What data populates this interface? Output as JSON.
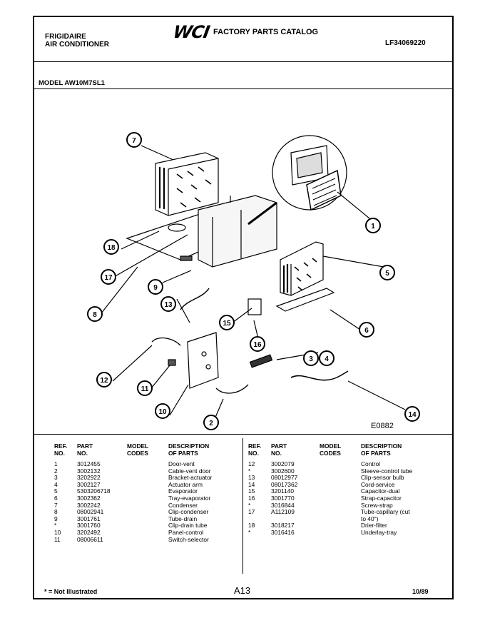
{
  "header": {
    "brand_line1": "FRIGIDAIRE",
    "brand_line2": "AIR CONDITIONER",
    "logo": "WCI",
    "catalog_title": "FACTORY PARTS CATALOG",
    "catalog_number": "LF34069220",
    "model": "MODEL AW10M7SL1"
  },
  "diagram_code": "E0882",
  "columns": [
    "REF.\nNO.",
    "PART\nNO.",
    "MODEL\nCODES",
    "DESCRIPTION\nOF PARTS"
  ],
  "parts_left": [
    [
      "1",
      "3012455",
      "",
      "Door-vent"
    ],
    [
      "2",
      "3002132",
      "",
      "Cable-vent door"
    ],
    [
      "3",
      "3202922",
      "",
      "Bracket-actuator"
    ],
    [
      "4",
      "3002127",
      "",
      "Actuator arm"
    ],
    [
      "5",
      "5303206718",
      "",
      "Evaporator"
    ],
    [
      "6",
      "3002362",
      "",
      "Tray-evaporator"
    ],
    [
      "7",
      "3002242",
      "",
      "Condenser"
    ],
    [
      "8",
      "08002941",
      "",
      "Clip-condenser"
    ],
    [
      "9",
      "3001761",
      "",
      "Tube-drain"
    ],
    [
      "*",
      "3001760",
      "",
      "Clip-drain tube"
    ],
    [
      "10",
      "3202492",
      "",
      "Panel-control"
    ],
    [
      "11",
      "08006611",
      "",
      "Switch-selector"
    ]
  ],
  "parts_right": [
    [
      "12",
      "3002079",
      "",
      "Control"
    ],
    [
      "*",
      "3002600",
      "",
      "Sleeve-control tube"
    ],
    [
      "13",
      "08012977",
      "",
      "Clip-sensor bulb"
    ],
    [
      "14",
      "08017362",
      "",
      "Cord-service"
    ],
    [
      "15",
      "3201140",
      "",
      "Capacitor-dual"
    ],
    [
      "16",
      "3001770",
      "",
      "Strap-capacitor"
    ],
    [
      "*",
      "3016844",
      "",
      "Screw-strap"
    ],
    [
      "17",
      "A112109",
      "",
      "Tube-capillary (cut"
    ],
    [
      "",
      "",
      "",
      "to 40\")"
    ],
    [
      "18",
      "3018217",
      "",
      "Drier-filter"
    ],
    [
      "*",
      "3016416",
      "",
      "Underlay-tray"
    ]
  ],
  "footer": {
    "note": "* = Not Illustrated",
    "page": "A13",
    "date": "10/89"
  }
}
